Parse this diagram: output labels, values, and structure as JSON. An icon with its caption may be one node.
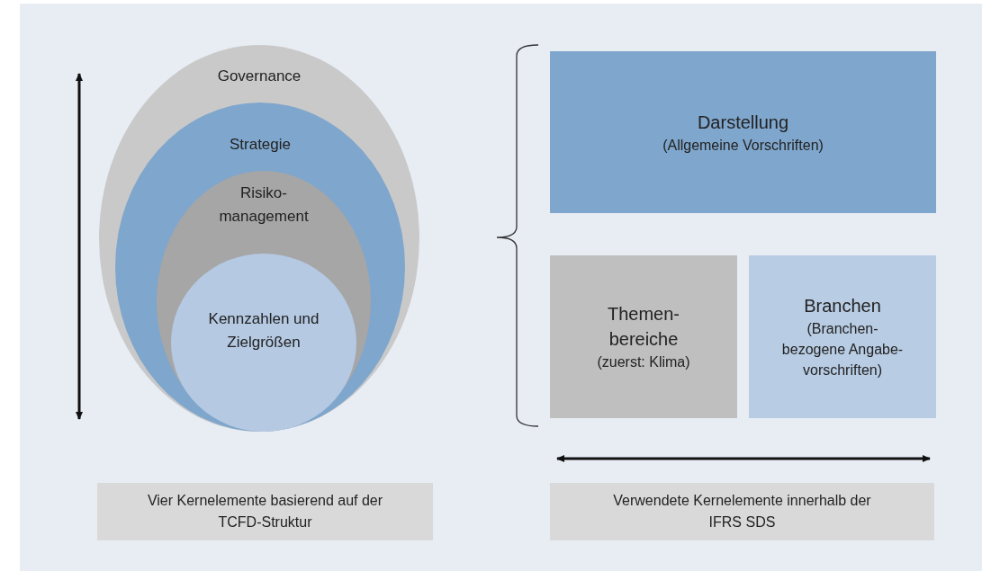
{
  "diagram": {
    "nodes": [
      {
        "text": [
          "Governance"
        ]
      },
      {
        "text": [
          "Strategie"
        ],
        "in": 0
      },
      {
        "text": [
          "Risiko- management"
        ],
        "in": 1
      },
      {
        "text": [
          "Kennzahlen und Zielgrößen"
        ],
        "in": 2
      },
      {
        "text": [
          "Darstellung",
          "(Allgemeine Vorschriften)"
        ]
      },
      {
        "text": [
          "Themen- bereiche",
          "(zuerst: Klima)"
        ]
      },
      {
        "text": [
          "Branchen",
          "(Branchen- bezogene Angabe- vorschriften)"
        ]
      },
      {
        "text": [
          "Vier Kernelemente basierend auf der TCFD-Struktur"
        ]
      },
      {
        "text": [
          "Verwendete Kernelemente innerhalb der IFRS SDS"
        ]
      }
    ],
    "edges": []
  }
}
